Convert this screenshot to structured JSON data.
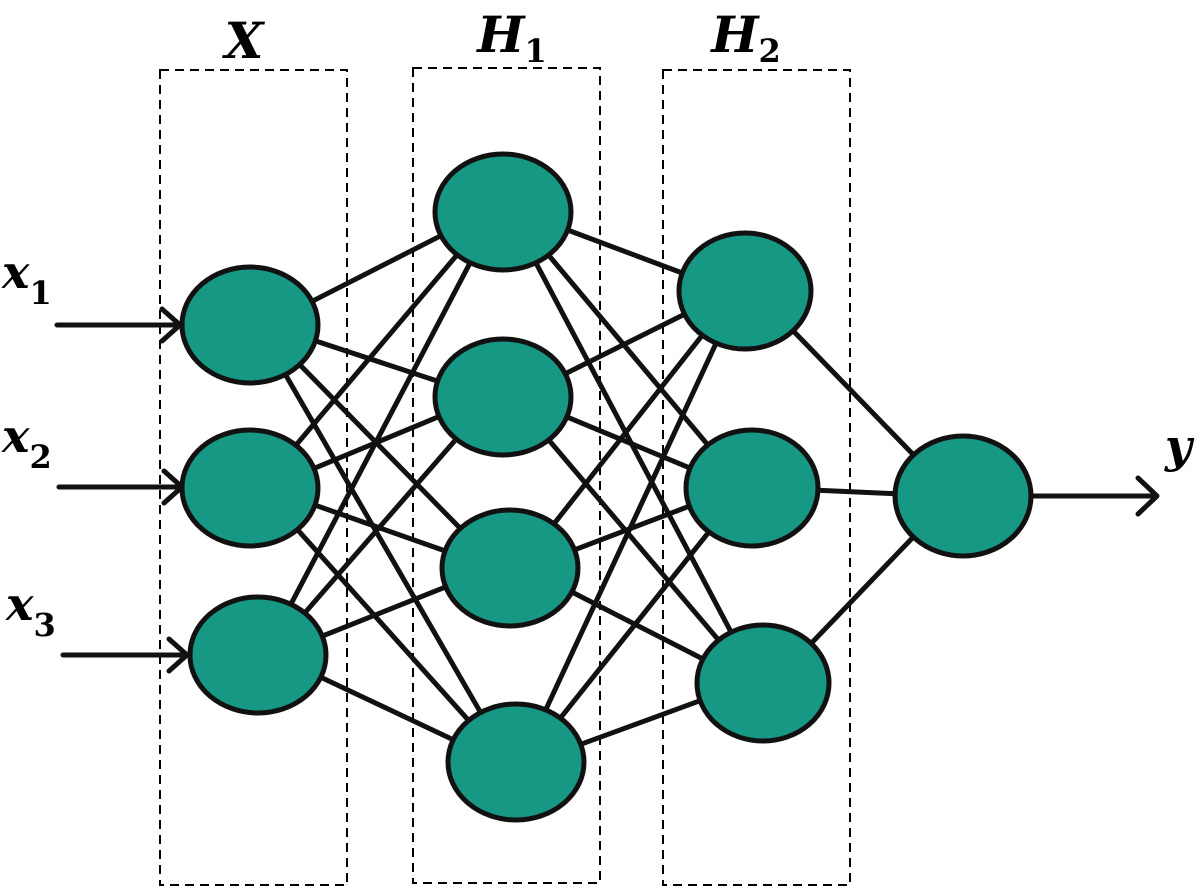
{
  "layers": [
    {
      "id": "input",
      "label": "X",
      "subscript": "",
      "node_count": 3
    },
    {
      "id": "hidden1",
      "label": "H",
      "subscript": "1",
      "node_count": 4
    },
    {
      "id": "hidden2",
      "label": "H",
      "subscript": "2",
      "node_count": 3
    },
    {
      "id": "output",
      "label": "",
      "subscript": "",
      "node_count": 1
    }
  ],
  "inputs": [
    {
      "label": "x",
      "subscript": "1"
    },
    {
      "label": "x",
      "subscript": "2"
    },
    {
      "label": "x",
      "subscript": "3"
    }
  ],
  "output": {
    "label": "y"
  },
  "colors": {
    "node_fill": "#169884",
    "stroke": "#111111",
    "background": "#ffffff"
  }
}
